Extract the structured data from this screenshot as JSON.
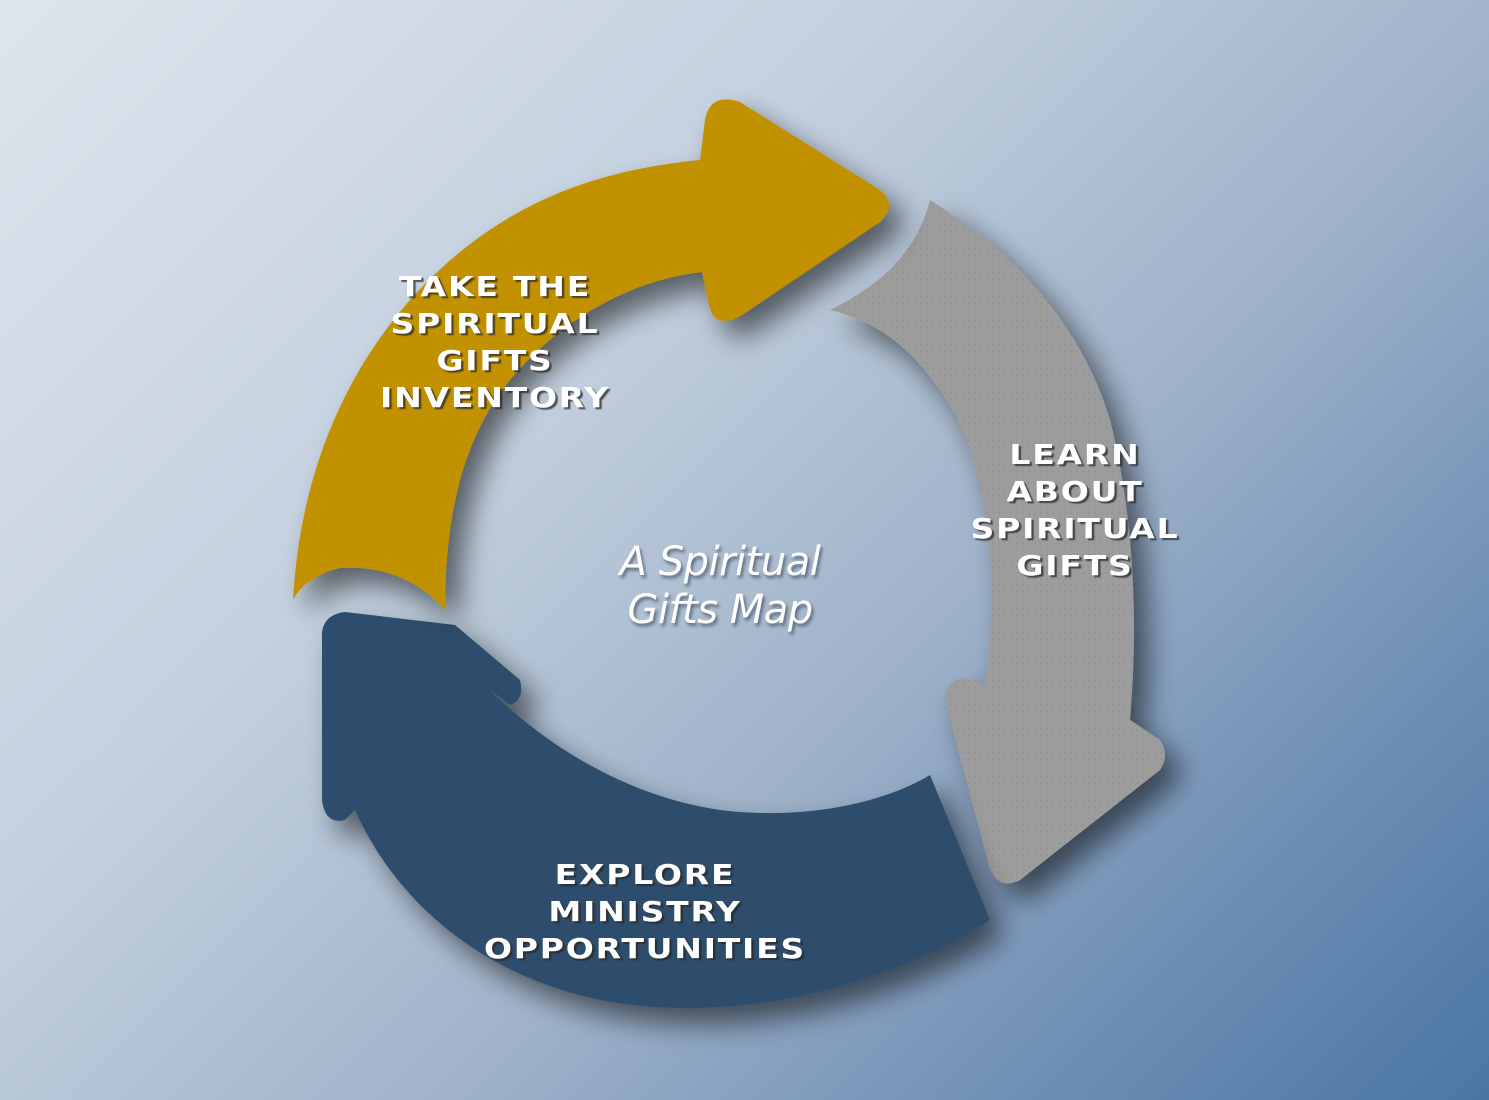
{
  "title": {
    "line1": "A Spiritual",
    "line2": "Gifts Map"
  },
  "steps": [
    {
      "id": "take-inventory",
      "lines": [
        "TAKE THE",
        "SPIRITUAL",
        "GIFTS",
        "INVENTORY"
      ],
      "color": "#c19100"
    },
    {
      "id": "learn-gifts",
      "lines": [
        "LEARN",
        "ABOUT",
        "SPIRITUAL",
        "GIFTS"
      ],
      "color": "#9b9b9b"
    },
    {
      "id": "explore-ministry",
      "lines": [
        "EXPLORE",
        "MINISTRY",
        "OPPORTUNITIES"
      ],
      "color": "#2d4e6c"
    }
  ],
  "colors": {
    "background_start": "#dde5ed",
    "background_end": "#4a75a3",
    "text": "#ffffff"
  },
  "flow": "clockwise cycle"
}
